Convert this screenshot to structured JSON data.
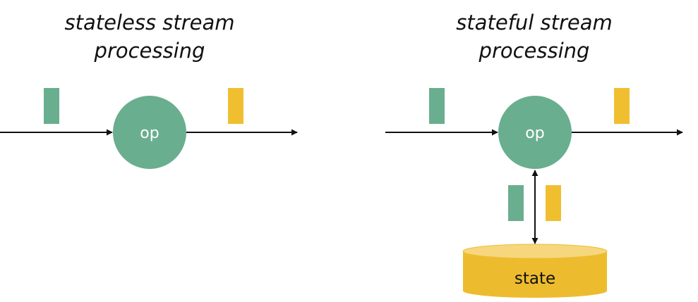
{
  "diagrams": {
    "stateless": {
      "title_line1": "stateless stream",
      "title_line2": "processing",
      "operator_label": "op"
    },
    "stateful": {
      "title_line1": "stateful stream",
      "title_line2": "processing",
      "operator_label": "op",
      "store_label": "state"
    }
  },
  "colors": {
    "operator": "#69AE8F",
    "input_event": "#69AE8F",
    "output_event": "#F0BF30",
    "store_body": "#EDBC2E",
    "store_top": "#F6D77E",
    "arrow": "#111111"
  }
}
